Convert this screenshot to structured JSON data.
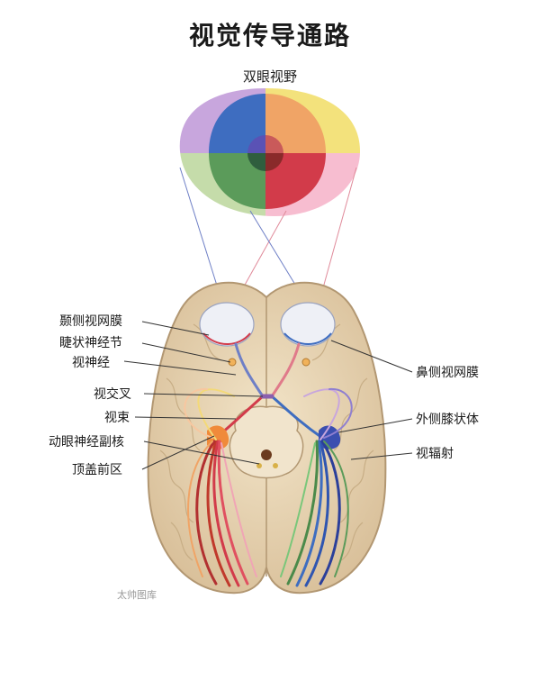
{
  "title": "视觉传导通路",
  "visual_field_label": "双眼视野",
  "labels_left": {
    "temporal_retina": "颞侧视网膜",
    "ciliary_ganglion": "睫状神经节",
    "optic_nerve": "视神经",
    "optic_chiasm": "视交叉",
    "optic_tract": "视束",
    "accessory_oculomotor_nucleus": "动眼神经副核",
    "pretectal_area": "顶盖前区"
  },
  "labels_right": {
    "nasal_retina": "鼻侧视网膜",
    "lateral_geniculate_body": "外侧膝状体",
    "optic_radiation": "视辐射"
  },
  "watermark": "太帅图库",
  "colors": {
    "purple": "#c8a6dd",
    "blue": "#3e6dc0",
    "orange": "#f0a466",
    "yellow": "#f3e27c",
    "light_green": "#c5dcaa",
    "green": "#5b9b5a",
    "red": "#d23b4a",
    "pink": "#f7bdd0",
    "brain": "#e7d4b3",
    "brain_outline": "#b29772"
  }
}
